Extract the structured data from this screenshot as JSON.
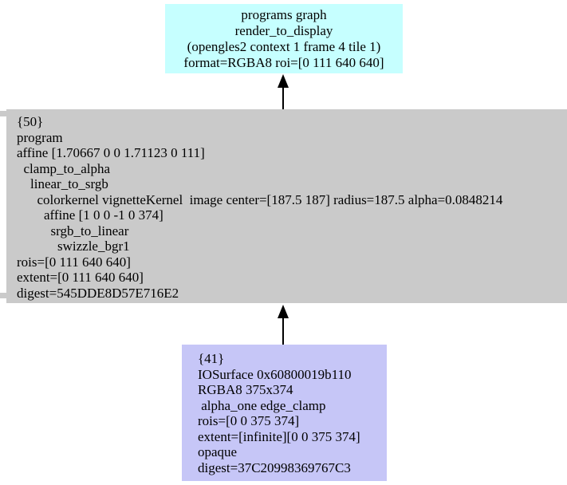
{
  "graph": {
    "colors": {
      "top_node_fill": "#c6ffff",
      "middle_node_fill": "#cacaca",
      "bottom_node_fill": "#c6c6f7",
      "edge_color": "#000000",
      "background": "#ffffff",
      "text": "#000000"
    },
    "top_node": {
      "lines": [
        "programs graph",
        "render_to_display",
        "(opengles2 context 1 frame 4 tile 1)",
        "format=RGBA8 roi=[0 111 640 640]"
      ]
    },
    "middle_node": {
      "lines": [
        "{50}",
        "program",
        "affine [1.70667 0 0 1.71123 0 111]",
        "  clamp_to_alpha",
        "    linear_to_srgb",
        "      colorkernel vignetteKernel  image center=[187.5 187] radius=187.5 alpha=0.0848214",
        "        affine [1 0 0 -1 0 374]",
        "          srgb_to_linear",
        "            swizzle_bgr1",
        "rois=[0 111 640 640]",
        "extent=[0 111 640 640]",
        "digest=545DDE8D57E716E2"
      ]
    },
    "bottom_node": {
      "lines": [
        "{41}",
        "IOSurface 0x60800019b110",
        "RGBA8 375x374",
        " alpha_one edge_clamp",
        "rois=[0 0 375 374]",
        "extent=[infinite][0 0 375 374]",
        "opaque",
        "digest=37C20998369767C3"
      ]
    }
  }
}
